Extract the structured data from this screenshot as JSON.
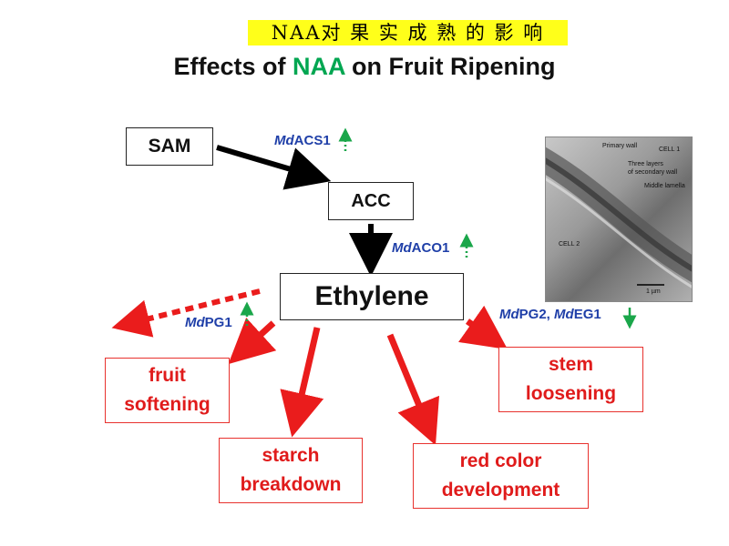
{
  "title_cn": "NAA对 果 实 成 熟 的 影 响",
  "title_en": {
    "pre": "Effects of ",
    "accent": "NAA",
    "post": " on Fruit Ripening"
  },
  "nodes": {
    "sam": "SAM",
    "acc": "ACC",
    "ethylene": "Ethylene"
  },
  "genes": {
    "acs1": {
      "prefix": "Md",
      "name": "ACS1",
      "arrow": "↑"
    },
    "aco1": {
      "prefix": "Md",
      "name": "ACO1",
      "arrow": "↑"
    },
    "pg1": {
      "prefix": "Md",
      "name": "PG1",
      "arrow": "↑"
    },
    "pg2_eg1": {
      "prefix1": "Md",
      "name1": "PG2, ",
      "prefix2": "Md",
      "name2": "EG1",
      "arrow": "↓"
    }
  },
  "effects": {
    "fruit_softening": [
      "fruit",
      "softening"
    ],
    "starch_breakdown": [
      "starch",
      "breakdown"
    ],
    "red_color": [
      "red color",
      "development"
    ],
    "stem_loosening": [
      "stem",
      "loosening"
    ]
  },
  "micrograph": {
    "labels": [
      "Primary wall",
      "CELL 1",
      "Three layers",
      "of secondary wall",
      "Middle lamella",
      "CELL 2",
      "1 µm"
    ]
  },
  "colors": {
    "highlight": "#ffff1a",
    "accent_green": "#00a651",
    "effect_red": "#e01b1b",
    "gene_blue": "#1f3fa8"
  }
}
